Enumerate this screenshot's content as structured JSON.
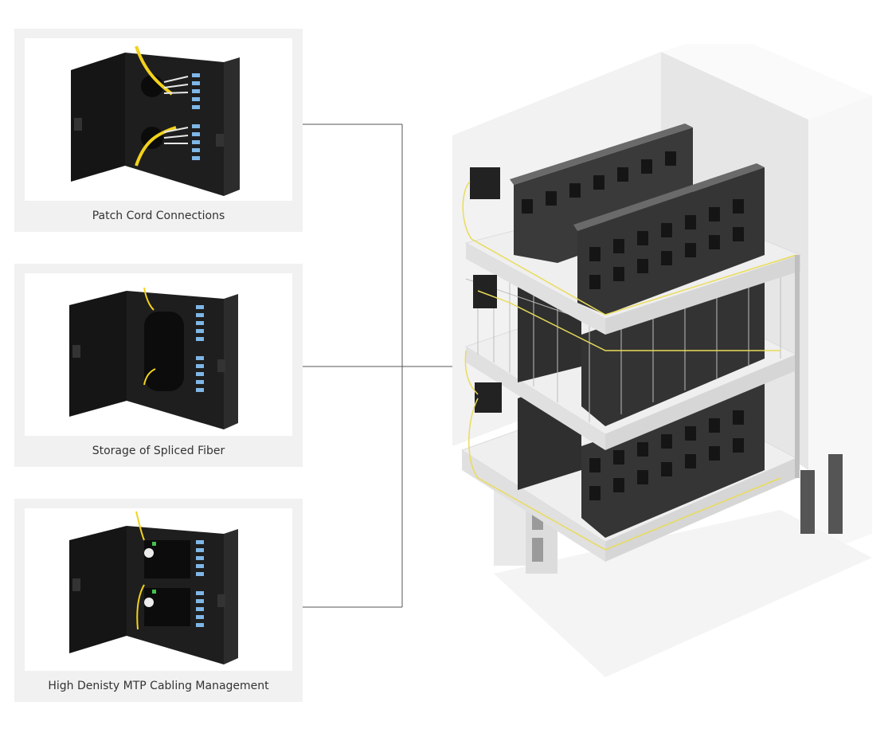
{
  "cards": [
    {
      "caption": "Patch Cord Connections",
      "variant": "patch"
    },
    {
      "caption": "Storage of Spliced Fiber",
      "variant": "splice"
    },
    {
      "caption": "High Denisty MTP Cabling Management",
      "variant": "mtp"
    }
  ],
  "colors": {
    "enclosure": "#1e1e1e",
    "fiber": "#f2d21c",
    "adapter": "#7fb6e6",
    "wall": "#f0f0f0",
    "rack": "#3a3a3a",
    "connector_line": "#555555"
  }
}
